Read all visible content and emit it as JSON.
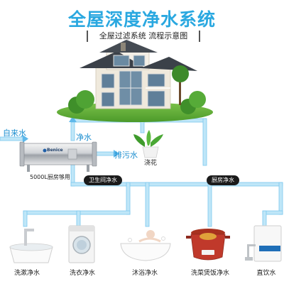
{
  "header": {
    "title": "全屋深度净水系统",
    "subtitle": "全屋过滤系统 流程示意图"
  },
  "diagram": {
    "inlet_label": "自来水",
    "purified_label": "净水",
    "drain_label": "排污水",
    "filter_capacity": "5000L厨房够用",
    "filter_brand": "Benice",
    "garden_label": "浇花",
    "bathroom_label": "卫生间净水",
    "kitchen_label": "厨房净水"
  },
  "appliances": [
    {
      "label": "洗漱净水"
    },
    {
      "label": "洗衣净水"
    },
    {
      "label": "沐浴净水"
    },
    {
      "label": "洗菜煲饭净水"
    },
    {
      "label": "直饮水"
    }
  ],
  "colors": {
    "title": "#2aa8e0",
    "pipe_fill": "#bfe6f8",
    "pipe_edge": "#7cc8ee",
    "label_blue": "#1d8fd0"
  }
}
